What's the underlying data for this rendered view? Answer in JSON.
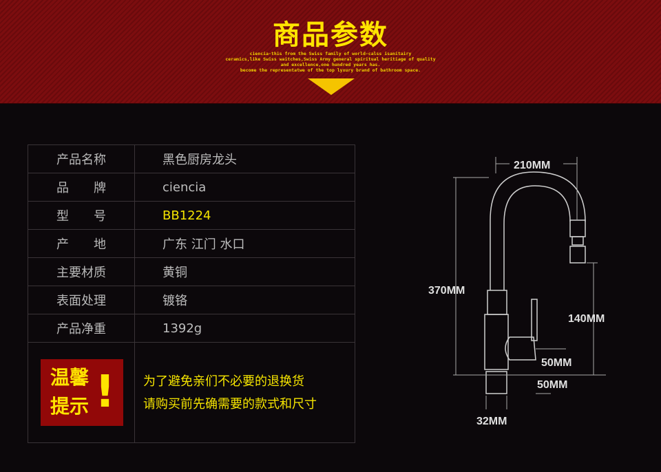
{
  "header": {
    "title": "商品参数",
    "subtitle": [
      "ciencia-this from the Swiss family of world-calss isanitairy",
      "ceramics,like Swiss waitches,Swiss Army general spiritual heritiage of quality",
      "and excellence,one hundred years has.",
      "become the representatwe of the top lyxury brand of bathroom space."
    ]
  },
  "specs": [
    {
      "label": "产品名称",
      "value": "黑色厨房龙头"
    },
    {
      "label": "品　　牌",
      "value": "ciencia"
    },
    {
      "label": "型　　号",
      "value": "BB1224"
    },
    {
      "label": "产　　地",
      "value": "广东 江门 水口"
    },
    {
      "label": "主要材质",
      "value": "黄铜"
    },
    {
      "label": "表面处理",
      "value": "镀铬"
    },
    {
      "label": "产品净重",
      "value": "1392g"
    }
  ],
  "tip": {
    "badge_line1": "温馨",
    "badge_line2": "提示",
    "mark": "!",
    "line1": "为了避免亲们不必要的退换货",
    "line2": "请购买前先确需要的款式和尺寸"
  },
  "dimensions": {
    "width": "210MM",
    "height": "370MM",
    "spout": "140MM",
    "handle": "50MM",
    "base": "50MM",
    "diameter": "32MM"
  }
}
